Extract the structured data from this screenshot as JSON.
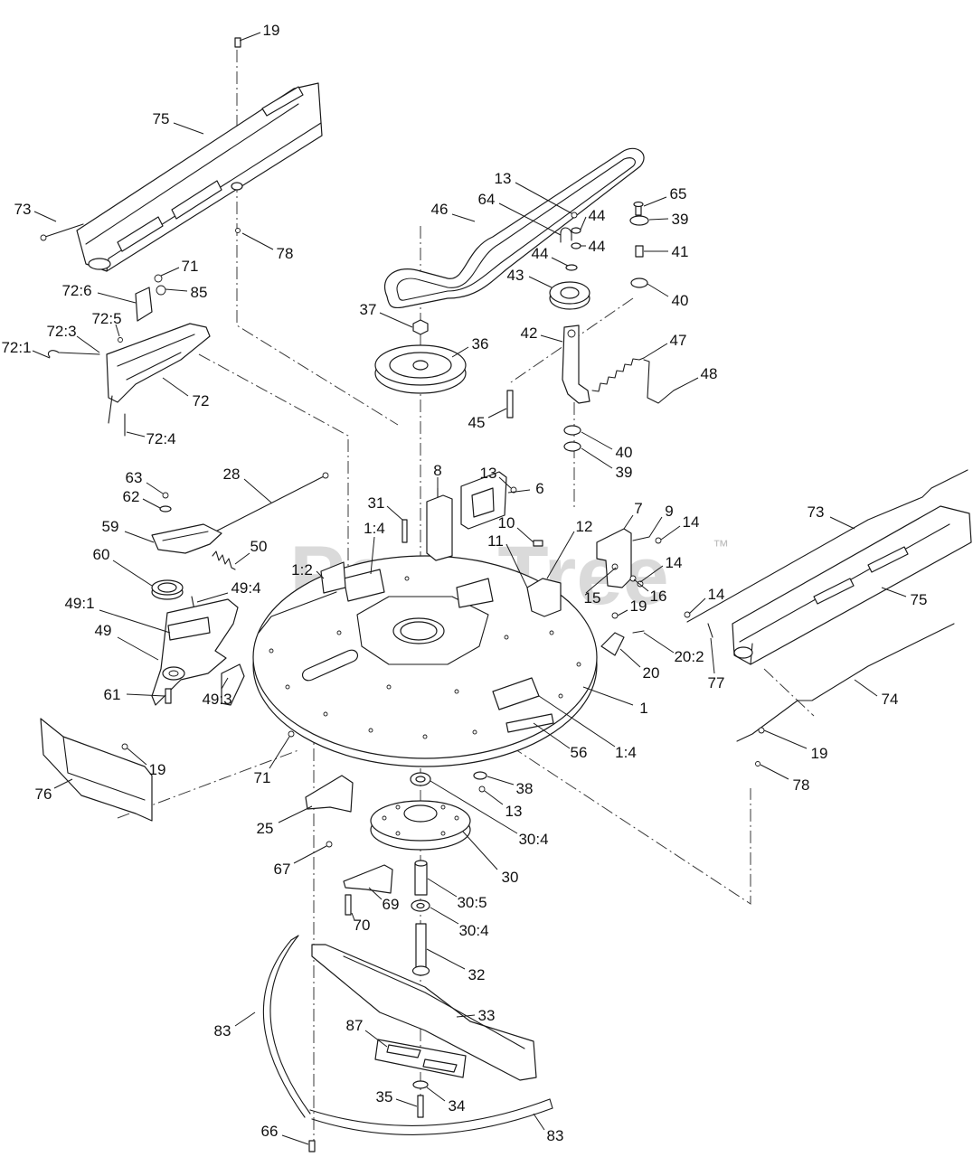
{
  "watermark": {
    "brand": "PartsTree",
    "tm": "™"
  },
  "callouts": [
    "19",
    "75",
    "73",
    "78",
    "71",
    "72:6",
    "85",
    "72:5",
    "72:3",
    "72:1",
    "72",
    "72:4",
    "46",
    "13",
    "64",
    "44",
    "44",
    "44",
    "43",
    "65",
    "39",
    "41",
    "40",
    "37",
    "36",
    "42",
    "47",
    "48",
    "45",
    "40",
    "39",
    "8",
    "13",
    "6",
    "31",
    "7",
    "9",
    "10",
    "14",
    "12",
    "1:4",
    "11",
    "73",
    "28",
    "63",
    "62",
    "59",
    "50",
    "60",
    "1:2",
    "14",
    "15",
    "16",
    "14",
    "75",
    "19",
    "49:4",
    "49:1",
    "49",
    "20:2",
    "20",
    "77",
    "74",
    "61",
    "49:3",
    "1",
    "56",
    "1:4",
    "19",
    "19",
    "76",
    "71",
    "38",
    "78",
    "13",
    "25",
    "30:4",
    "67",
    "30",
    "69",
    "30:5",
    "70",
    "30:4",
    "32",
    "33",
    "87",
    "83",
    "35",
    "34",
    "66",
    "83"
  ]
}
